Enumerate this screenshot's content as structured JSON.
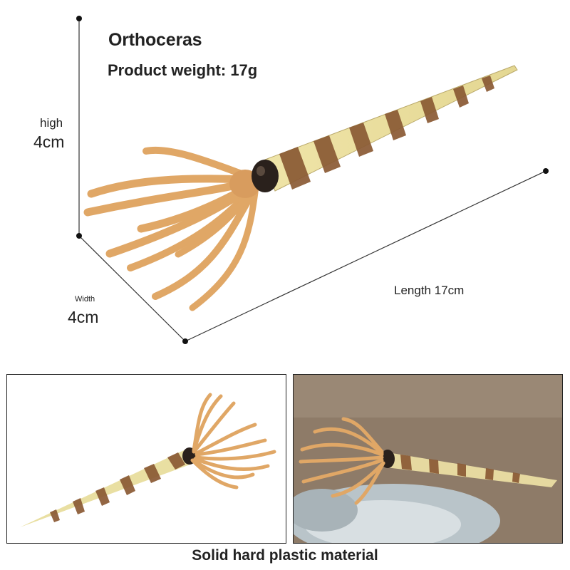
{
  "product": {
    "name": "Orthoceras",
    "weight_label": "Product weight: 17g"
  },
  "dimensions": {
    "high_label": "high",
    "high_value": "4cm",
    "width_label": "Width",
    "width_value": "4cm",
    "length_label": "Length 17cm"
  },
  "caption": "Solid hard plastic material",
  "colors": {
    "shell_cream": "#e6dc9e",
    "shell_stripe": "#8a5a34",
    "tentacle": "#e0a766",
    "eye": "#2a211c",
    "background_scene": "#8a7866"
  }
}
